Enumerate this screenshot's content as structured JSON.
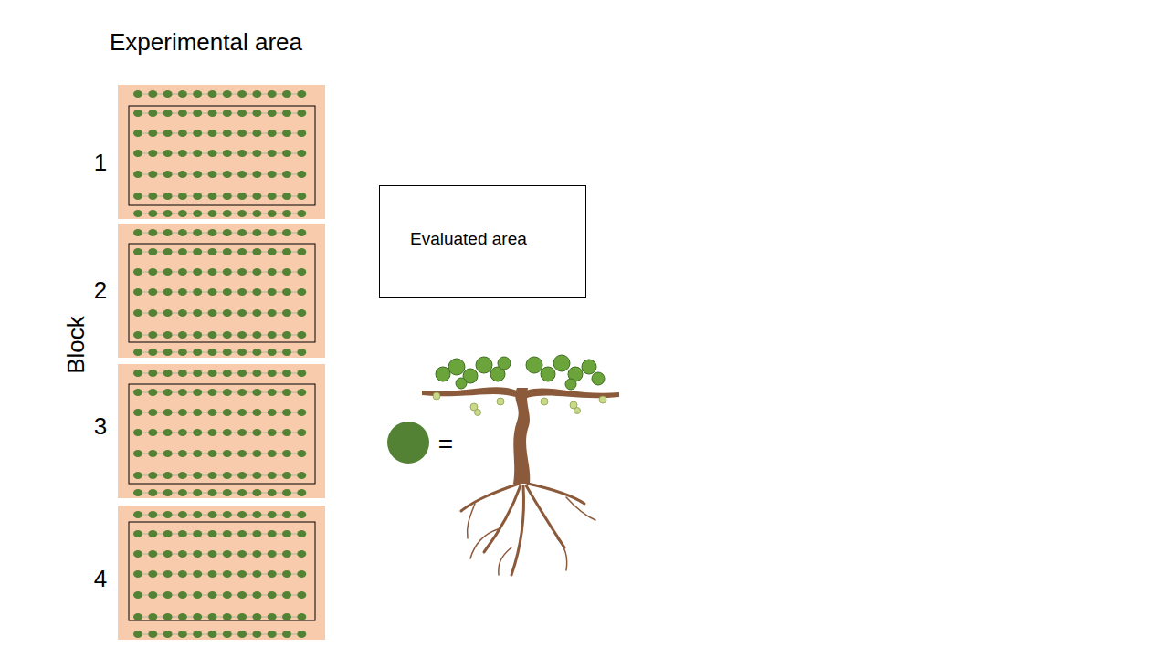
{
  "diagram": {
    "title": "Experimental area",
    "nodes": [
      {
        "text": [
          "Evaluated area"
        ]
      }
    ],
    "labels": [
      "Block",
      "1",
      "2",
      "3",
      "4",
      "="
    ]
  }
}
